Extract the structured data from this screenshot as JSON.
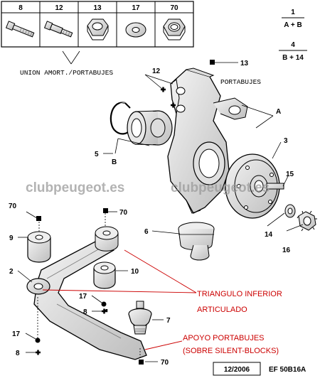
{
  "legend": [
    {
      "ref": "8",
      "icon": "bolt-icon"
    },
    {
      "ref": "12",
      "icon": "shoulder-bolt-icon"
    },
    {
      "ref": "13",
      "icon": "nut-icon"
    },
    {
      "ref": "17",
      "icon": "washer-icon"
    },
    {
      "ref": "70",
      "icon": "lock-nut-icon"
    }
  ],
  "ratio_key": [
    {
      "top": "1",
      "bottom": "A + B"
    },
    {
      "top": "4",
      "bottom": "B + 14"
    }
  ],
  "captions": {
    "union": "UNION AMORT./PORTABUJES",
    "portabujes": "PORTABUJES"
  },
  "callouts": {
    "13": "13",
    "12": "12",
    "A": "A",
    "3": "3",
    "15": "15",
    "14": "14",
    "16": "16",
    "5": "5",
    "B": "B",
    "6": "6",
    "70_arm": "70",
    "70_left": "70",
    "9": "9",
    "2": "2",
    "10": "10",
    "17_mid": "17",
    "8_mid": "8",
    "7": "7",
    "17_left": "17",
    "8_left": "8",
    "70_bottom": "70"
  },
  "notes": {
    "triangulo_1": "TRIANGULO INFERIOR",
    "triangulo_2": "ARTICULADO",
    "apoyo_1": "APOYO PORTABUJES",
    "apoyo_2": "(SOBRE SILENT-BLOCKS)"
  },
  "watermark": "clubpeugeot.es",
  "footer": {
    "date": "12/2006",
    "code": "EF 50B16A"
  },
  "colors": {
    "annotation": "#cc0000",
    "watermark": "#9a9a9a"
  }
}
